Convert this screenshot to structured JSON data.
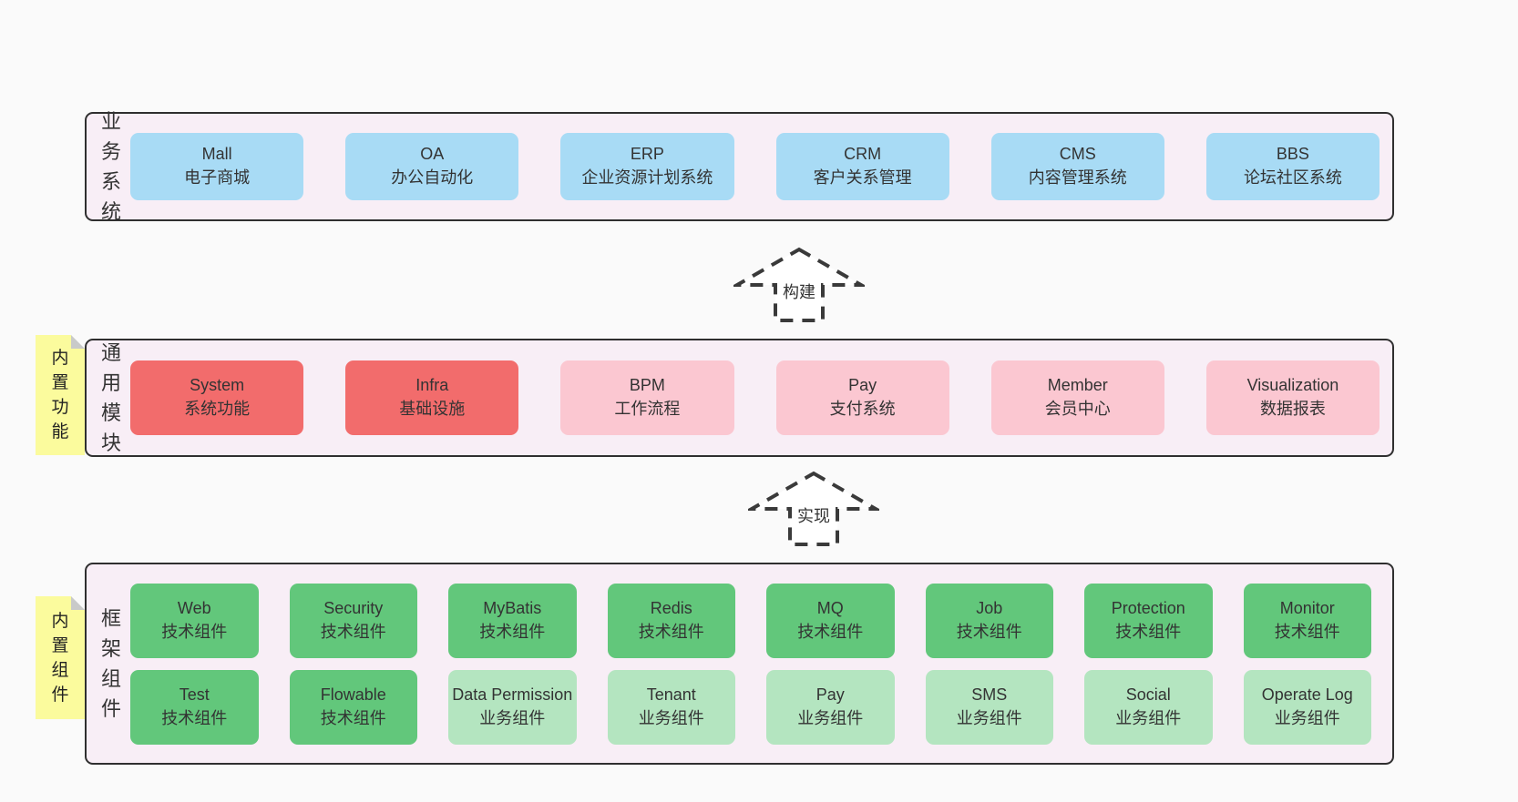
{
  "diagram": {
    "layers": [
      {
        "label": "业务系统",
        "boxes": [
          {
            "name": "Mall",
            "desc": "电子商城"
          },
          {
            "name": "OA",
            "desc": "办公自动化"
          },
          {
            "name": "ERP",
            "desc": "企业资源计划系统"
          },
          {
            "name": "CRM",
            "desc": "客户关系管理"
          },
          {
            "name": "CMS",
            "desc": "内容管理系统"
          },
          {
            "name": "BBS",
            "desc": "论坛社区系统"
          }
        ]
      },
      {
        "label": "通用模块",
        "sticky": "内置功能",
        "boxes": [
          {
            "name": "System",
            "desc": "系统功能"
          },
          {
            "name": "Infra",
            "desc": "基础设施"
          },
          {
            "name": "BPM",
            "desc": "工作流程"
          },
          {
            "name": "Pay",
            "desc": "支付系统"
          },
          {
            "name": "Member",
            "desc": "会员中心"
          },
          {
            "name": "Visualization",
            "desc": "数据报表"
          }
        ]
      },
      {
        "label": "框架组件",
        "sticky": "内置组件",
        "rows": [
          [
            {
              "name": "Web",
              "desc": "技术组件"
            },
            {
              "name": "Security",
              "desc": "技术组件"
            },
            {
              "name": "MyBatis",
              "desc": "技术组件"
            },
            {
              "name": "Redis",
              "desc": "技术组件"
            },
            {
              "name": "MQ",
              "desc": "技术组件"
            },
            {
              "name": "Job",
              "desc": "技术组件"
            },
            {
              "name": "Protection",
              "desc": "技术组件"
            },
            {
              "name": "Monitor",
              "desc": "技术组件"
            }
          ],
          [
            {
              "name": "Test",
              "desc": "技术组件"
            },
            {
              "name": "Flowable",
              "desc": "技术组件"
            },
            {
              "name": "Data Permission",
              "desc": "业务组件"
            },
            {
              "name": "Tenant",
              "desc": "业务组件"
            },
            {
              "name": "Pay",
              "desc": "业务组件"
            },
            {
              "name": "SMS",
              "desc": "业务组件"
            },
            {
              "name": "Social",
              "desc": "业务组件"
            },
            {
              "name": "Operate Log",
              "desc": "业务组件"
            }
          ]
        ]
      }
    ],
    "arrows": [
      {
        "label": "构建"
      },
      {
        "label": "实现"
      }
    ],
    "colors": {
      "page_bg": "#fafafa",
      "panel_bg": "#f8eef6",
      "panel_border": "#2f2f2f",
      "business_blue": "#a8dbf5",
      "core_red": "#f26c6c",
      "module_pink": "#fbc7d1",
      "tech_green": "#62c77b",
      "biz_light_green": "#b4e5c0",
      "sticky_yellow": "#fbfb9d",
      "sticky_fold_gray": "#c9cac9",
      "arrow_stroke": "#3a3a3a"
    }
  }
}
